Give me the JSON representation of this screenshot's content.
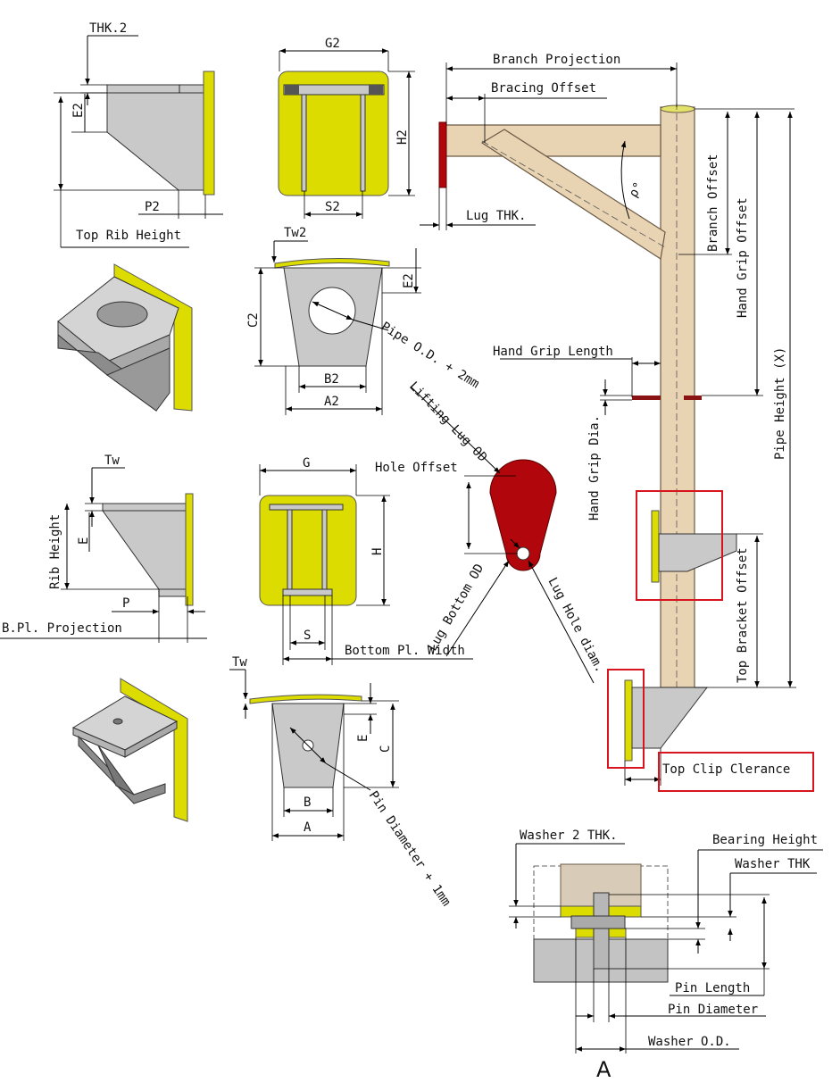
{
  "labels": {
    "thk2": "THK.2",
    "e2_top": "E2",
    "p2": "P2",
    "top_rib_height": "Top Rib Height",
    "g2": "G2",
    "h2": "H2",
    "s2": "S2",
    "branch_projection": "Branch Projection",
    "bracing_offset": "Bracing Offset",
    "lug_thk": "Lug THK.",
    "angle": "ρ°",
    "branch_offset": "Branch Offset",
    "hand_grip_offset": "Hand Grip Offset",
    "pipe_height": "Pipe Height (X)",
    "tw2": "Tw2",
    "e2_mid": "E2",
    "c2": "C2",
    "pipe_od": "Pipe O.D. + 2mm",
    "b2": "B2",
    "a2": "A2",
    "hand_grip_length": "Hand Grip Length",
    "lifting_lug_od": "Lifting Lug OD",
    "hand_grip_dia": "Hand Grip Dia.",
    "tw_left": "Tw",
    "rib_height": "Rib Height",
    "e_left": "E",
    "p": "P",
    "bpl_projection": "B.Pl. Projection",
    "g": "G",
    "h": "H",
    "hole_offset": "Hole Offset",
    "s": "S",
    "bottom_pl_width": "Bottom Pl. Width",
    "lug_bottom_od": "Lug Bottom OD",
    "lug_hole_diam": "Lug Hole diam.",
    "top_bracket_offset": "Top Bracket Offset",
    "top_clip_clearance": "Top Clip Clerance",
    "tw_bottom": "Tw",
    "e_bottom": "E",
    "c": "C",
    "b": "B",
    "a": "A",
    "pin_diameter_1mm": "Pin Diameter + 1mm",
    "washer2_thk": "Washer 2 THK.",
    "bearing_height": "Bearing Height",
    "washer_thk": "Washer THK",
    "pin_length": "Pin Length",
    "pin_diameter": "Pin Diameter",
    "washer_od": "Washer O.D.",
    "detail_a": "A"
  },
  "colors": {
    "yellow_plate": "#dcdc00",
    "grey_steel": "#c9c9c9",
    "pipe": "#e8d3b3",
    "lifting_lug": "#b0060c",
    "highlight_box": "#d8141e"
  }
}
